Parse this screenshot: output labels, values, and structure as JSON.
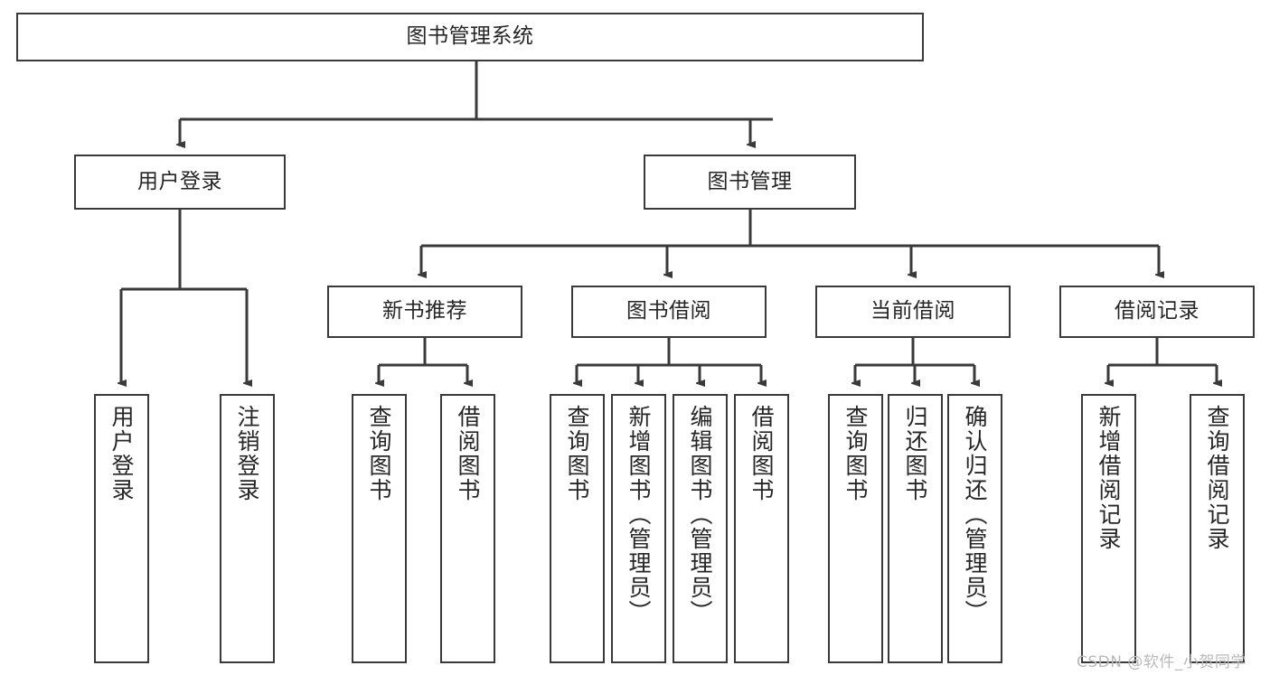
{
  "diagram": {
    "type": "tree-hierarchy-chart",
    "title": "图书管理系统",
    "line_color": "#3a3a3a",
    "box_fill": "#ffffff",
    "text_color": "#262626",
    "nodes": {
      "root": {
        "label": "图书管理系统"
      },
      "level2": [
        {
          "id": "user-login",
          "label": "用户登录"
        },
        {
          "id": "book-manage",
          "label": "图书管理"
        }
      ],
      "level3": [
        {
          "id": "new-book-recommend",
          "label": "新书推荐"
        },
        {
          "id": "book-borrow",
          "label": "图书借阅"
        },
        {
          "id": "current-borrow",
          "label": "当前借阅"
        },
        {
          "id": "borrow-record",
          "label": "借阅记录"
        }
      ],
      "leaves": {
        "user-login": [
          {
            "id": "leaf-user-login",
            "label": "用户登录"
          },
          {
            "id": "leaf-logout-login",
            "label": "注销登录"
          }
        ],
        "new-book-recommend": [
          {
            "id": "leaf-query-book-1",
            "label": "查询图书"
          },
          {
            "id": "leaf-borrow-book-1",
            "label": "借阅图书"
          }
        ],
        "book-borrow": [
          {
            "id": "leaf-query-book-2",
            "label": "查询图书"
          },
          {
            "id": "leaf-add-book",
            "label": "新增图书（管理员）"
          },
          {
            "id": "leaf-edit-book",
            "label": "编辑图书（管理员）"
          },
          {
            "id": "leaf-borrow-book-2",
            "label": "借阅图书"
          }
        ],
        "current-borrow": [
          {
            "id": "leaf-query-book-3",
            "label": "查询图书"
          },
          {
            "id": "leaf-return-book",
            "label": "归还图书"
          },
          {
            "id": "leaf-confirm-return",
            "label": "确认归还（管理员）"
          }
        ],
        "borrow-record": [
          {
            "id": "leaf-add-record",
            "label": "新增借阅记录"
          },
          {
            "id": "leaf-query-record",
            "label": "查询借阅记录"
          }
        ]
      }
    },
    "watermark": "CSDN @软件_小贺同学"
  }
}
